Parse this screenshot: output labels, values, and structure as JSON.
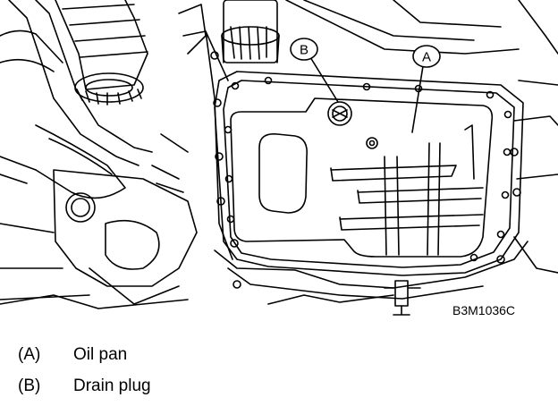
{
  "figure_id": "B3M1036C",
  "callouts": {
    "a": "A",
    "b": "B"
  },
  "legend": [
    {
      "key": "(A)",
      "label": "Oil pan"
    },
    {
      "key": "(B)",
      "label": "Drain plug"
    }
  ]
}
